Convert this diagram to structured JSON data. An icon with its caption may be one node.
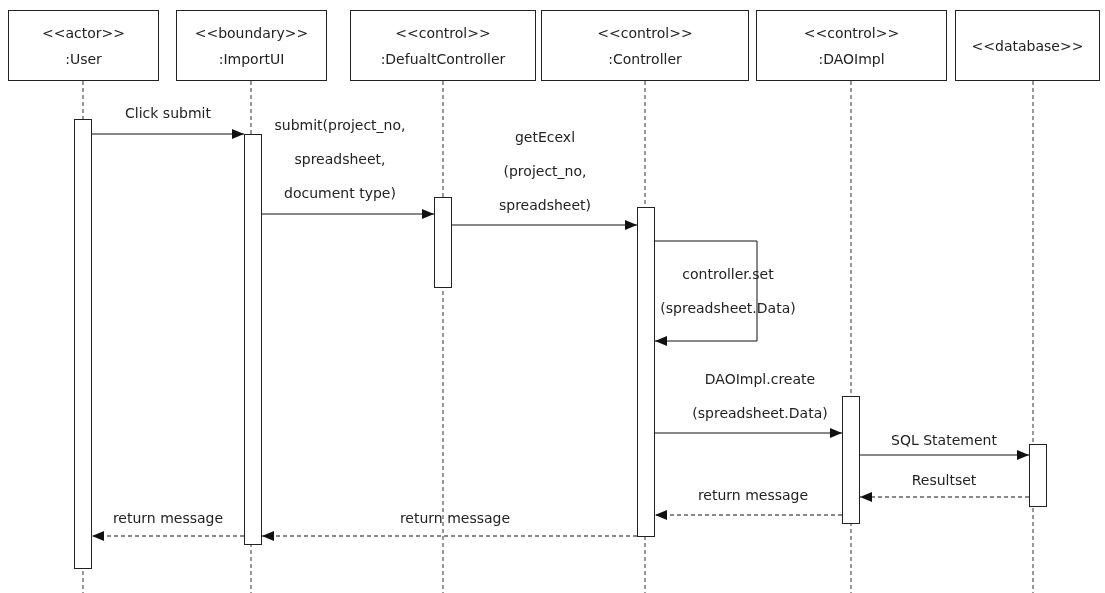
{
  "diagram": {
    "nodes": [
      {
        "text": [
          "<<actor>>",
          ":User"
        ]
      },
      {
        "text": [
          "<<boundary>>",
          ":ImportUI"
        ]
      },
      {
        "text": [
          "<<control>>",
          ":DefualtController"
        ]
      },
      {
        "text": [
          "<<control>>",
          ":Controller"
        ]
      },
      {
        "text": [
          "<<control>>",
          ":DAOImpl"
        ]
      },
      {
        "text": [
          "<<database>>"
        ]
      },
      {
        "text": [],
        "shape": "bar"
      },
      {
        "text": [],
        "shape": "bar"
      },
      {
        "text": [],
        "shape": "bar"
      },
      {
        "text": [],
        "shape": "bar"
      },
      {
        "text": [],
        "shape": "bar"
      },
      {
        "text": [],
        "shape": "bar"
      }
    ],
    "edges": [
      {
        "from": 6,
        "to": 7,
        "arrow": "to",
        "label": "Click submit"
      },
      {
        "from": 7,
        "to": 8,
        "arrow": "to",
        "label": "submit(project_no, spreadsheet, document type)"
      },
      {
        "from": 8,
        "to": 9,
        "arrow": "to",
        "label": "getEcexl (project_no, spreadsheet)"
      },
      {
        "from": 9,
        "to": 9,
        "arrow": "to",
        "label": "controller.set (spreadsheet.Data)"
      },
      {
        "from": 9,
        "to": 10,
        "arrow": "to",
        "label": "DAOImpl.create (spreadsheet.Data)"
      },
      {
        "from": 10,
        "to": 11,
        "arrow": "to",
        "label": "SQL Statement"
      },
      {
        "from": 11,
        "to": 10,
        "arrow": "to",
        "label": "Resultset",
        "style": "dashed"
      },
      {
        "from": 10,
        "to": 9,
        "arrow": "to",
        "label": "return message",
        "style": "dashed"
      },
      {
        "from": 9,
        "to": 7,
        "arrow": "to",
        "label": "return message",
        "style": "dashed"
      },
      {
        "from": 7,
        "to": 6,
        "arrow": "to",
        "label": "return message",
        "style": "dashed"
      }
    ]
  }
}
